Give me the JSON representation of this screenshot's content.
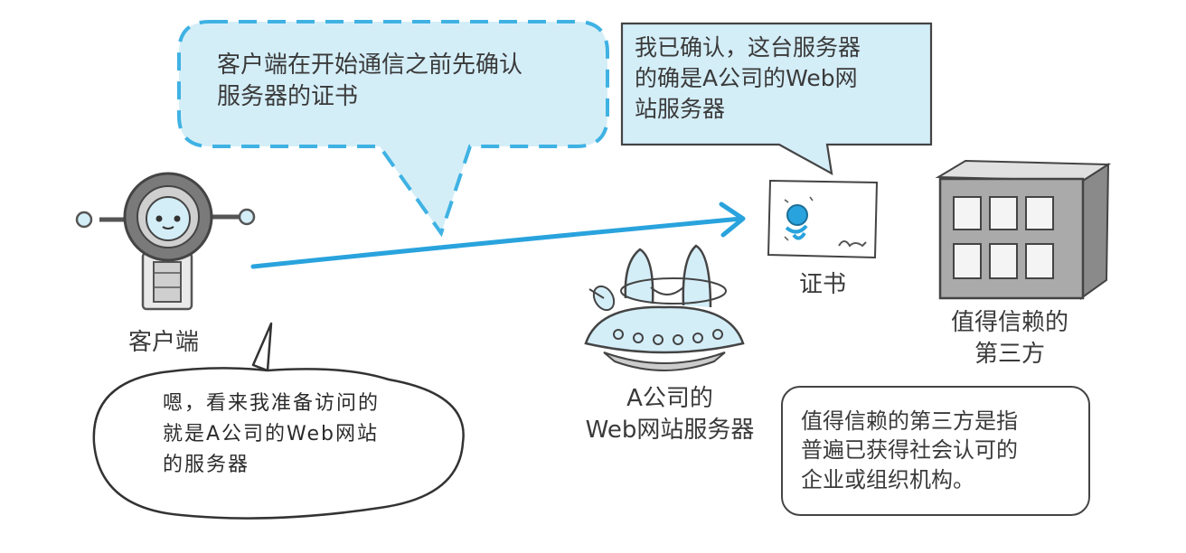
{
  "bubbles": {
    "client_thought": [
      "客户端在开始通信之前先确认",
      "服务器的证书"
    ],
    "verified": [
      "我已确认，这台服务器",
      "的确是A公司的Web网",
      "站服务器"
    ],
    "client_speech": [
      "嗯，看来我准备访问的",
      "就是A公司的Web网站",
      "的服务器"
    ],
    "third_party_note": [
      "值得信赖的第三方是指",
      "普遍已获得社会认可的",
      "企业或组织机构。"
    ]
  },
  "labels": {
    "client": "客户端",
    "certificate": "证书",
    "server": [
      "A公司的",
      "Web网站服务器"
    ],
    "trusted_party": [
      "值得信赖的",
      "第三方"
    ]
  },
  "colors": {
    "accent_blue": "#29a3dd",
    "bubble_fill": "#d4eef8",
    "outline": "#444444"
  }
}
